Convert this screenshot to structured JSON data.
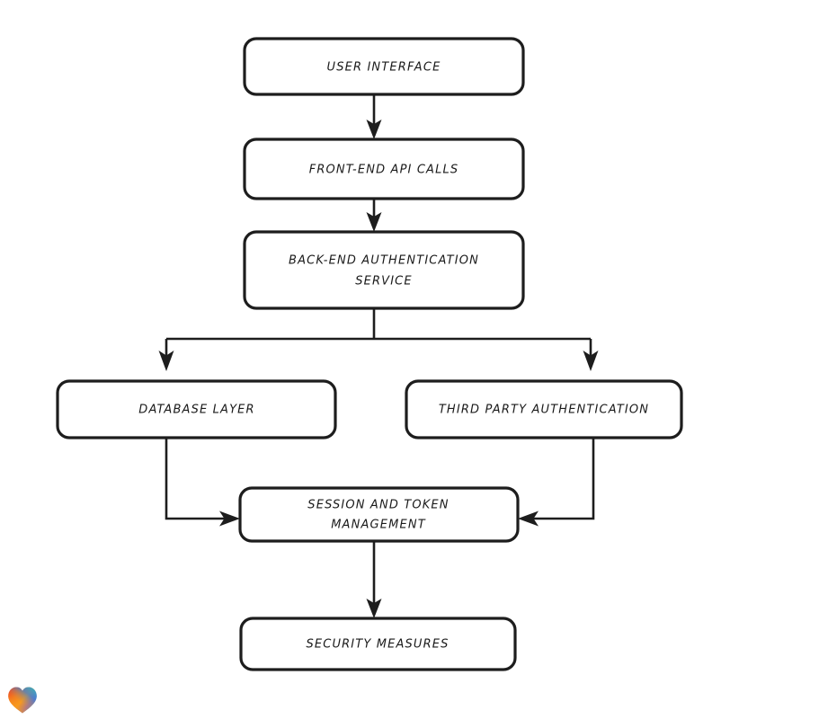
{
  "diagram": {
    "type": "flowchart",
    "style": "hand-drawn-sketch",
    "background_color": "#ffffff",
    "stroke_color": "#1d1d1d",
    "node_fill": "#ffffff",
    "nodes": [
      {
        "id": "user-interface",
        "label": "USER INTERFACE",
        "lines": [
          "USER INTERFACE"
        ]
      },
      {
        "id": "front-end-api-calls",
        "label": "FRONT-END API CALLS",
        "lines": [
          "FRONT-END API CALLS"
        ]
      },
      {
        "id": "back-end-auth",
        "label": "BACK-END AUTHENTICATION SERVICE",
        "lines": [
          "BACK-END AUTHENTICATION",
          "SERVICE"
        ]
      },
      {
        "id": "database-layer",
        "label": "DATABASE LAYER",
        "lines": [
          "DATABASE LAYER"
        ]
      },
      {
        "id": "third-party-auth",
        "label": "THIRD PARTY AUTHENTICATION",
        "lines": [
          "THIRD PARTY AUTHENTICATION"
        ]
      },
      {
        "id": "session-token",
        "label": "SESSION AND TOKEN MANAGEMENT",
        "lines": [
          "SESSION AND TOKEN",
          "MANAGEMENT"
        ]
      },
      {
        "id": "security-measures",
        "label": "SECURITY MEASURES",
        "lines": [
          "SECURITY MEASURES"
        ]
      }
    ],
    "edges": [
      {
        "from": "user-interface",
        "to": "front-end-api-calls"
      },
      {
        "from": "front-end-api-calls",
        "to": "back-end-auth"
      },
      {
        "from": "back-end-auth",
        "to": "database-layer"
      },
      {
        "from": "back-end-auth",
        "to": "third-party-auth"
      },
      {
        "from": "database-layer",
        "to": "session-token"
      },
      {
        "from": "third-party-auth",
        "to": "session-token"
      },
      {
        "from": "session-token",
        "to": "security-measures"
      }
    ]
  },
  "watermark": {
    "icon_name": "heart-icon",
    "gradient_colors": [
      "#e8262b",
      "#f58a1f",
      "#f9a21b",
      "#3b7fd4",
      "#2ab2c8"
    ]
  }
}
